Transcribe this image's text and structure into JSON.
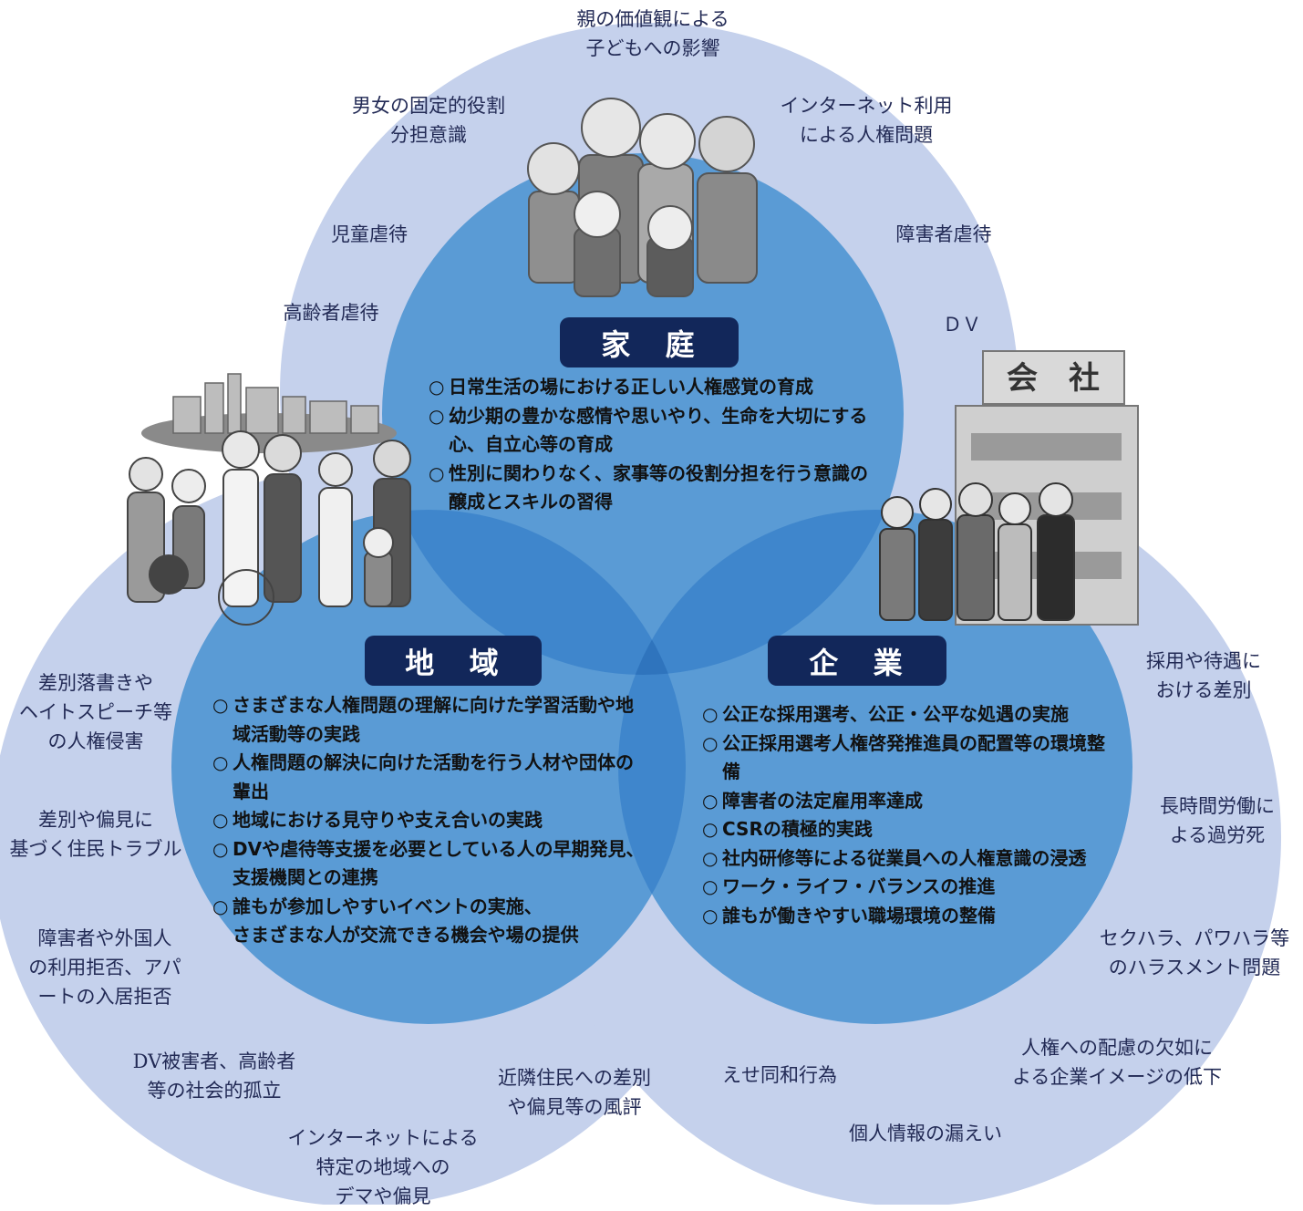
{
  "colors": {
    "outer_circle": "#c5d1ec",
    "inner_circle": "#5a9bd5",
    "overlap": "#3a7fc7",
    "title_bg": "#12275a",
    "outer_text": "#222a55",
    "inner_text": "#111111"
  },
  "home": {
    "title": "家　庭",
    "illustration": "family-illustration",
    "items": [
      "日常生活の場における正しい人権感覚の育成",
      "幼少期の豊かな感情や思いやり、生命を大切にする心、自立心等の育成",
      "性別に関わりなく、家事等の役割分担を行う意識の醸成とスキルの習得"
    ],
    "issues": [
      "親の価値観による\n子どもへの影響",
      "男女の固定的役割\n分担意識",
      "インターネット利用\nによる人権問題",
      "児童虐待",
      "障害者虐待",
      "高齢者虐待",
      "ＤＶ"
    ]
  },
  "community": {
    "title": "地　域",
    "illustration": "community-illustration",
    "items": [
      "さまざまな人権問題の理解に向けた学習活動や地域活動等の実践",
      "人権問題の解決に向けた活動を行う人材や団体の輩出",
      "地域における見守りや支え合いの実践",
      "DVや虐待等支援を必要としている人の早期発見、支援機関との連携",
      "誰もが参加しやすいイベントの実施、\nさまざまな人が交流できる機会や場の提供"
    ],
    "issues": [
      "差別落書きや\nヘイトスピーチ等\nの人権侵害",
      "差別や偏見に\n基づく住民トラブル",
      "障害者や外国人\nの利用拒否、アパ\nートの入居拒否",
      "DV被害者、高齢者\n等の社会的孤立",
      "近隣住民への差別\nや偏見等の風評",
      "インターネットによる\n特定の地域への\nデマや偏見"
    ]
  },
  "company": {
    "title": "企　業",
    "illustration": "company-illustration",
    "building_sign": "会　社",
    "items": [
      "公正な採用選考、公正・公平な処遇の実施",
      "公正採用選考人権啓発推進員の配置等の環境整備",
      "障害者の法定雇用率達成",
      "CSRの積極的実践",
      "社内研修等による従業員への人権意識の浸透",
      "ワーク・ライフ・バランスの推進",
      "誰もが働きやすい職場環境の整備"
    ],
    "issues": [
      "採用や待遇に\nおける差別",
      "長時間労働に\nよる過労死",
      "セクハラ、パワハラ等\nのハラスメント問題",
      "人権への配慮の欠如に\nよる企業イメージの低下",
      "えせ同和行為",
      "個人情報の漏えい"
    ]
  },
  "bullet_mark": "○"
}
